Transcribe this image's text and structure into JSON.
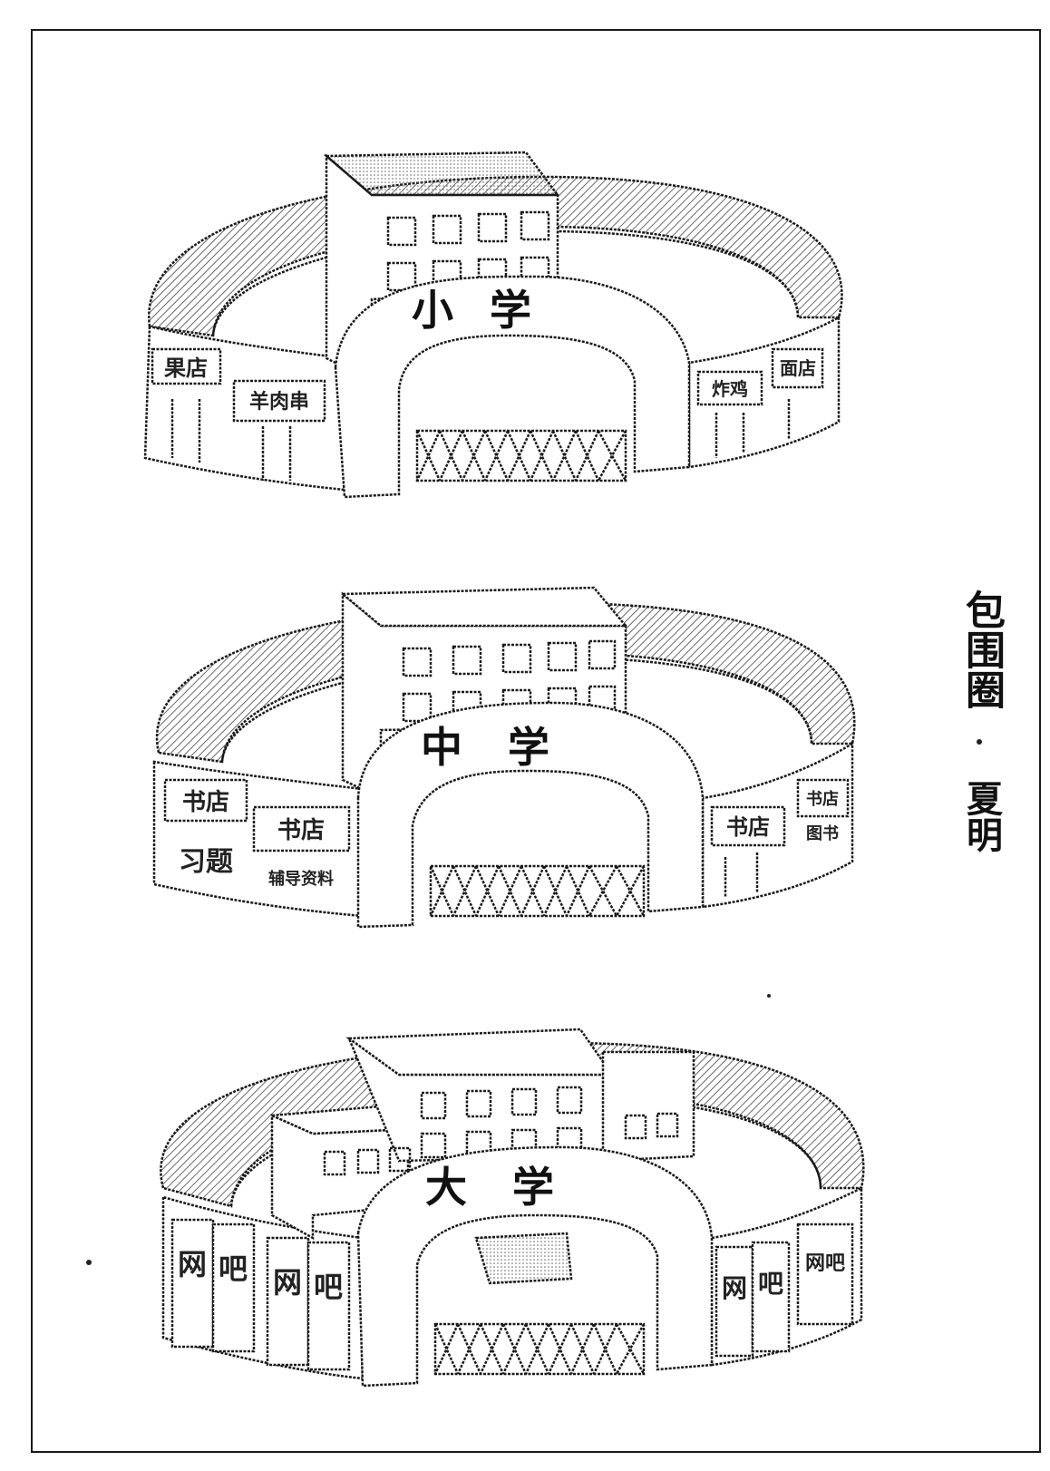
{
  "title": "包围圈",
  "author": "夏明",
  "scenes": [
    {
      "school": "小学",
      "left_shops": [
        "果店",
        "羊肉串"
      ],
      "right_shops": [
        "炸鸡",
        "面店"
      ]
    },
    {
      "school": "中学",
      "left_shops": [
        "书店",
        "书店"
      ],
      "left_shops_sub": [
        "习题",
        "辅导资料"
      ],
      "right_shops": [
        "书店",
        "书店"
      ],
      "right_shops_sub": [
        "",
        "图书"
      ]
    },
    {
      "school": "大学",
      "left_shops": [
        "网",
        "吧",
        "网",
        "吧"
      ],
      "right_shops": [
        "网",
        "吧",
        "网吧"
      ]
    }
  ],
  "colors": {
    "ink": "#1a1a1a",
    "paper": "#ffffff",
    "hatch": "#555555"
  }
}
